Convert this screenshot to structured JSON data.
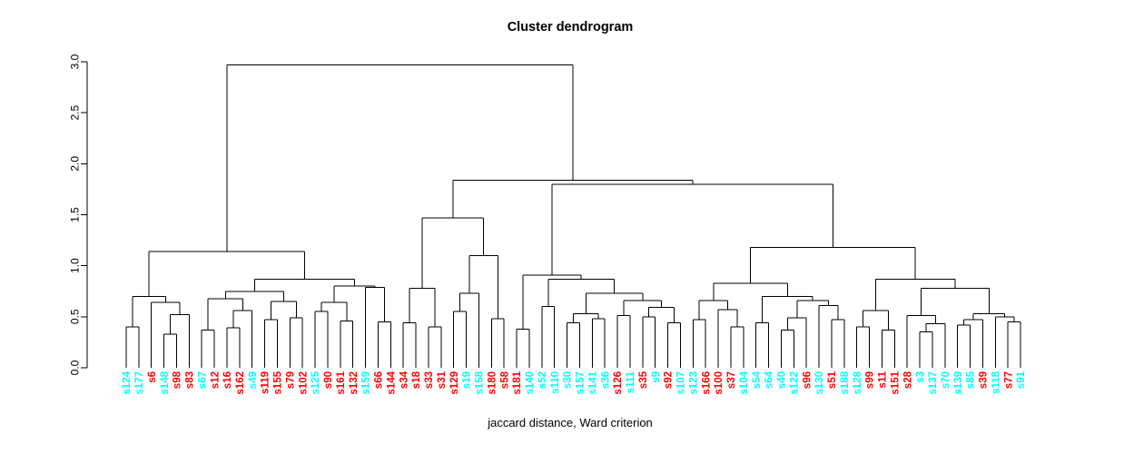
{
  "title": "Cluster dendrogram",
  "caption": "jaccard distance, Ward criterion",
  "chart_data": {
    "type": "dendrogram",
    "title": "Cluster dendrogram",
    "xlabel": "jaccard distance, Ward criterion",
    "ylabel": "",
    "ylim": [
      0,
      3
    ],
    "yticks": [
      "0.0",
      "0.5",
      "1.0",
      "1.5",
      "2.0",
      "2.5",
      "3.0"
    ],
    "grid": false,
    "line_color": "#000000",
    "palette": {
      "cyan": "#00FFFF",
      "red": "#FF0000"
    },
    "leaves": [
      {
        "label": "s124",
        "color": "#00FFFF"
      },
      {
        "label": "s177",
        "color": "#00FFFF"
      },
      {
        "label": "s6",
        "color": "#FF0000"
      },
      {
        "label": "s148",
        "color": "#00FFFF"
      },
      {
        "label": "s98",
        "color": "#FF0000"
      },
      {
        "label": "s83",
        "color": "#FF0000"
      },
      {
        "label": "s67",
        "color": "#00FFFF"
      },
      {
        "label": "s12",
        "color": "#FF0000"
      },
      {
        "label": "s16",
        "color": "#FF0000"
      },
      {
        "label": "s162",
        "color": "#FF0000"
      },
      {
        "label": "s49",
        "color": "#00FFFF"
      },
      {
        "label": "s119",
        "color": "#FF0000"
      },
      {
        "label": "s155",
        "color": "#FF0000"
      },
      {
        "label": "s79",
        "color": "#FF0000"
      },
      {
        "label": "s102",
        "color": "#FF0000"
      },
      {
        "label": "s125",
        "color": "#00FFFF"
      },
      {
        "label": "s90",
        "color": "#FF0000"
      },
      {
        "label": "s161",
        "color": "#FF0000"
      },
      {
        "label": "s132",
        "color": "#FF0000"
      },
      {
        "label": "s159",
        "color": "#00FFFF"
      },
      {
        "label": "s66",
        "color": "#FF0000"
      },
      {
        "label": "s144",
        "color": "#FF0000"
      },
      {
        "label": "s34",
        "color": "#FF0000"
      },
      {
        "label": "s18",
        "color": "#FF0000"
      },
      {
        "label": "s33",
        "color": "#FF0000"
      },
      {
        "label": "s31",
        "color": "#FF0000"
      },
      {
        "label": "s129",
        "color": "#FF0000"
      },
      {
        "label": "s19",
        "color": "#00FFFF"
      },
      {
        "label": "s158",
        "color": "#00FFFF"
      },
      {
        "label": "s180",
        "color": "#FF0000"
      },
      {
        "label": "s58",
        "color": "#FF0000"
      },
      {
        "label": "s181",
        "color": "#FF0000"
      },
      {
        "label": "s140",
        "color": "#00FFFF"
      },
      {
        "label": "s52",
        "color": "#00FFFF"
      },
      {
        "label": "s110",
        "color": "#00FFFF"
      },
      {
        "label": "s30",
        "color": "#00FFFF"
      },
      {
        "label": "s157",
        "color": "#00FFFF"
      },
      {
        "label": "s141",
        "color": "#00FFFF"
      },
      {
        "label": "s36",
        "color": "#00FFFF"
      },
      {
        "label": "s126",
        "color": "#FF0000"
      },
      {
        "label": "s111",
        "color": "#00FFFF"
      },
      {
        "label": "s35",
        "color": "#FF0000"
      },
      {
        "label": "s9",
        "color": "#00FFFF"
      },
      {
        "label": "s92",
        "color": "#FF0000"
      },
      {
        "label": "s107",
        "color": "#00FFFF"
      },
      {
        "label": "s123",
        "color": "#00FFFF"
      },
      {
        "label": "s166",
        "color": "#FF0000"
      },
      {
        "label": "s100",
        "color": "#FF0000"
      },
      {
        "label": "s37",
        "color": "#FF0000"
      },
      {
        "label": "s104",
        "color": "#00FFFF"
      },
      {
        "label": "s54",
        "color": "#00FFFF"
      },
      {
        "label": "s64",
        "color": "#00FFFF"
      },
      {
        "label": "s40",
        "color": "#00FFFF"
      },
      {
        "label": "s122",
        "color": "#00FFFF"
      },
      {
        "label": "s96",
        "color": "#FF0000"
      },
      {
        "label": "s130",
        "color": "#00FFFF"
      },
      {
        "label": "s51",
        "color": "#FF0000"
      },
      {
        "label": "s188",
        "color": "#00FFFF"
      },
      {
        "label": "s128",
        "color": "#00FFFF"
      },
      {
        "label": "s99",
        "color": "#FF0000"
      },
      {
        "label": "s11",
        "color": "#FF0000"
      },
      {
        "label": "s151",
        "color": "#FF0000"
      },
      {
        "label": "s28",
        "color": "#FF0000"
      },
      {
        "label": "s3",
        "color": "#00FFFF"
      },
      {
        "label": "s137",
        "color": "#00FFFF"
      },
      {
        "label": "s70",
        "color": "#00FFFF"
      },
      {
        "label": "s139",
        "color": "#00FFFF"
      },
      {
        "label": "s85",
        "color": "#00FFFF"
      },
      {
        "label": "s39",
        "color": "#FF0000"
      },
      {
        "label": "s118",
        "color": "#00FFFF"
      },
      {
        "label": "s77",
        "color": "#FF0000"
      },
      {
        "label": "s91",
        "color": "#00FFFF"
      }
    ],
    "tree": {
      "h": 2.97,
      "c": [
        {
          "h": 1.14,
          "c": [
            {
              "h": 0.7,
              "c": [
                {
                  "h": 0.4,
                  "c": [
                    "s124",
                    "s177"
                  ]
                },
                {
                  "h": 0.64,
                  "c": [
                    "s6",
                    {
                      "h": 0.52,
                      "c": [
                        {
                          "h": 0.33,
                          "c": [
                            "s148",
                            "s98"
                          ]
                        },
                        "s83"
                      ]
                    }
                  ]
                }
              ]
            },
            {
              "h": 0.87,
              "c": [
                {
                  "h": 0.75,
                  "c": [
                    {
                      "h": 0.675,
                      "c": [
                        {
                          "h": 0.37,
                          "c": [
                            "s67",
                            "s12"
                          ]
                        },
                        {
                          "h": 0.56,
                          "c": [
                            {
                              "h": 0.39,
                              "c": [
                                "s16",
                                "s162"
                              ]
                            },
                            "s49"
                          ]
                        }
                      ]
                    },
                    {
                      "h": 0.65,
                      "c": [
                        {
                          "h": 0.47,
                          "c": [
                            "s119",
                            "s155"
                          ]
                        },
                        {
                          "h": 0.49,
                          "c": [
                            "s79",
                            "s102"
                          ]
                        }
                      ]
                    }
                  ]
                },
                {
                  "h": 0.8,
                  "c": [
                    {
                      "h": 0.64,
                      "c": [
                        {
                          "h": 0.55,
                          "c": [
                            "s125",
                            "s90"
                          ]
                        },
                        {
                          "h": 0.46,
                          "c": [
                            "s161",
                            "s132"
                          ]
                        }
                      ]
                    },
                    {
                      "h": 0.79,
                      "c": [
                        "s159",
                        {
                          "h": 0.45,
                          "c": [
                            "s66",
                            "s144"
                          ]
                        }
                      ]
                    }
                  ]
                }
              ]
            }
          ]
        },
        {
          "h": 1.84,
          "c": [
            {
              "h": 1.47,
              "c": [
                {
                  "h": 0.78,
                  "c": [
                    {
                      "h": 0.44,
                      "c": [
                        "s34",
                        "s18"
                      ]
                    },
                    {
                      "h": 0.4,
                      "c": [
                        "s33",
                        "s31"
                      ]
                    }
                  ]
                },
                {
                  "h": 1.1,
                  "c": [
                    {
                      "h": 0.73,
                      "c": [
                        {
                          "h": 0.55,
                          "c": [
                            "s129",
                            "s19"
                          ]
                        },
                        "s158"
                      ]
                    },
                    {
                      "h": 0.48,
                      "c": [
                        "s180",
                        "s58"
                      ]
                    }
                  ]
                }
              ]
            },
            {
              "h": 1.8,
              "c": [
                {
                  "h": 0.91,
                  "c": [
                    {
                      "h": 0.38,
                      "c": [
                        "s181",
                        "s140"
                      ]
                    },
                    {
                      "h": 0.87,
                      "c": [
                        {
                          "h": 0.6,
                          "c": [
                            "s52",
                            "s110"
                          ]
                        },
                        {
                          "h": 0.73,
                          "c": [
                            {
                              "h": 0.53,
                              "c": [
                                {
                                  "h": 0.44,
                                  "c": [
                                    "s30",
                                    "s157"
                                  ]
                                },
                                {
                                  "h": 0.48,
                                  "c": [
                                    "s141",
                                    "s36"
                                  ]
                                }
                              ]
                            },
                            {
                              "h": 0.66,
                              "c": [
                                {
                                  "h": 0.51,
                                  "c": [
                                    "s126",
                                    "s111"
                                  ]
                                },
                                {
                                  "h": 0.59,
                                  "c": [
                                    {
                                      "h": 0.5,
                                      "c": [
                                        "s35",
                                        "s9"
                                      ]
                                    },
                                    {
                                      "h": 0.44,
                                      "c": [
                                        "s92",
                                        "s107"
                                      ]
                                    }
                                  ]
                                }
                              ]
                            }
                          ]
                        }
                      ]
                    }
                  ]
                },
                {
                  "h": 1.18,
                  "c": [
                    {
                      "h": 0.83,
                      "c": [
                        {
                          "h": 0.66,
                          "c": [
                            {
                              "h": 0.47,
                              "c": [
                                "s123",
                                "s166"
                              ]
                            },
                            {
                              "h": 0.57,
                              "c": [
                                "s100",
                                {
                                  "h": 0.4,
                                  "c": [
                                    "s37",
                                    "s104"
                                  ]
                                }
                              ]
                            }
                          ]
                        },
                        {
                          "h": 0.7,
                          "c": [
                            {
                              "h": 0.44,
                              "c": [
                                "s54",
                                "s64"
                              ]
                            },
                            {
                              "h": 0.66,
                              "c": [
                                {
                                  "h": 0.49,
                                  "c": [
                                    {
                                      "h": 0.37,
                                      "c": [
                                        "s40",
                                        "s122"
                                      ]
                                    },
                                    "s96"
                                  ]
                                },
                                {
                                  "h": 0.61,
                                  "c": [
                                    "s130",
                                    {
                                      "h": 0.47,
                                      "c": [
                                        "s51",
                                        "s188"
                                      ]
                                    }
                                  ]
                                }
                              ]
                            }
                          ]
                        }
                      ]
                    },
                    {
                      "h": 0.87,
                      "c": [
                        {
                          "h": 0.56,
                          "c": [
                            {
                              "h": 0.4,
                              "c": [
                                "s128",
                                "s99"
                              ]
                            },
                            {
                              "h": 0.37,
                              "c": [
                                "s11",
                                "s151"
                              ]
                            }
                          ]
                        },
                        {
                          "h": 0.78,
                          "c": [
                            {
                              "h": 0.51,
                              "c": [
                                "s28",
                                {
                                  "h": 0.43,
                                  "c": [
                                    {
                                      "h": 0.35,
                                      "c": [
                                        "s3",
                                        "s137"
                                      ]
                                    },
                                    "s70"
                                  ]
                                }
                              ]
                            },
                            {
                              "h": 0.53,
                              "c": [
                                {
                                  "h": 0.47,
                                  "c": [
                                    {
                                      "h": 0.42,
                                      "c": [
                                        "s139",
                                        "s85"
                                      ]
                                    },
                                    "s39"
                                  ]
                                },
                                {
                                  "h": 0.5,
                                  "c": [
                                    "s118",
                                    {
                                      "h": 0.45,
                                      "c": [
                                        "s77",
                                        "s91"
                                      ]
                                    }
                                  ]
                                }
                              ]
                            }
                          ]
                        }
                      ]
                    }
                  ]
                }
              ]
            }
          ]
        }
      ]
    }
  }
}
